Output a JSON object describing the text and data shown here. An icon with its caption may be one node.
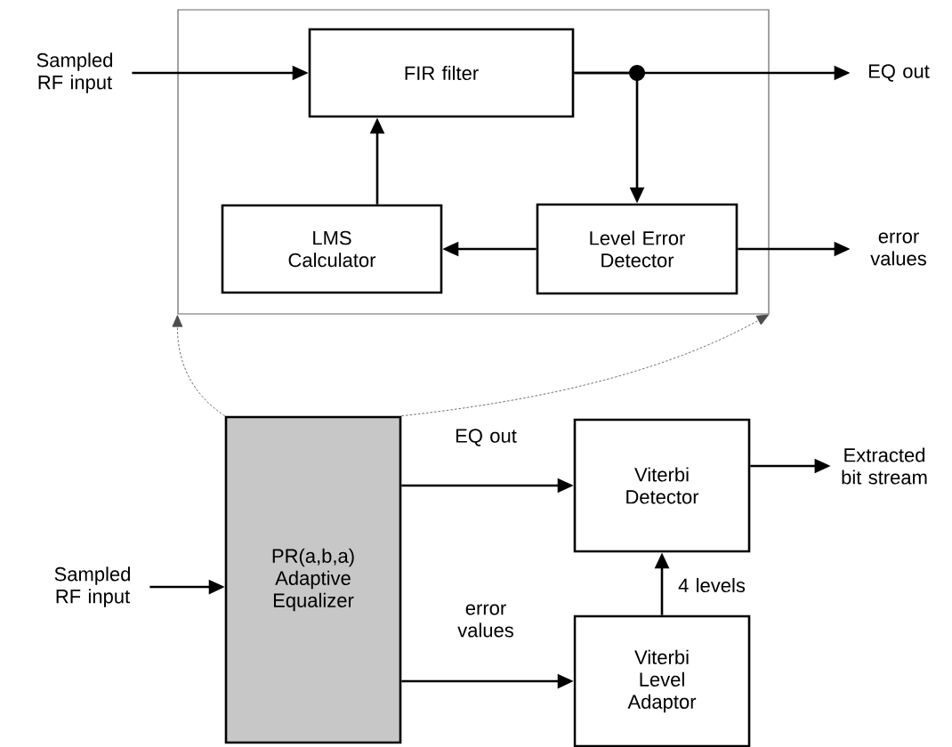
{
  "diagram": {
    "nodes": [
      {
        "text": [],
        "shape": "box"
      },
      {
        "text": [
          "Sampled RF input"
        ]
      },
      {
        "text": [
          "FIR filter"
        ],
        "in": 0
      },
      {
        "text": [
          "LMS Calculator"
        ],
        "in": 0
      },
      {
        "text": [
          "Level Error Detector"
        ],
        "in": 0
      },
      {
        "text": [
          "EQ out"
        ]
      },
      {
        "text": [
          "error values"
        ]
      },
      {
        "text": [
          "PR(a,b,a) Adaptive Equalizer"
        ]
      },
      {
        "text": [
          "Sampled RF input"
        ]
      },
      {
        "text": [
          "Viterbi Detector"
        ]
      },
      {
        "text": [
          "Viterbi Level Adaptor"
        ]
      },
      {
        "text": [
          "Extracted bit stream"
        ]
      }
    ],
    "edges": [
      {
        "from": 1,
        "to": 2,
        "arrow": "to"
      },
      {
        "from": 3,
        "to": 2,
        "arrow": "to"
      },
      {
        "from": 4,
        "to": 3,
        "arrow": "to"
      },
      {
        "from": 2,
        "to": 5,
        "arrow": "to"
      },
      {
        "from": 2,
        "to": 4,
        "arrow": "to"
      },
      {
        "from": 4,
        "to": 6,
        "arrow": "to"
      },
      {
        "from": 8,
        "to": 7,
        "arrow": "to"
      },
      {
        "from": 7,
        "to": 9,
        "arrow": "to",
        "label": "EQ out"
      },
      {
        "from": 7,
        "to": 10,
        "arrow": "to",
        "label": "error values"
      },
      {
        "from": 10,
        "to": 9,
        "arrow": "to",
        "label": "4 levels"
      },
      {
        "from": 9,
        "to": 11,
        "arrow": "to"
      },
      {
        "from": 7,
        "to": 0,
        "arrow": "to",
        "style": "dashed"
      },
      {
        "from": 7,
        "to": 0,
        "arrow": "to",
        "style": "dashed"
      }
    ]
  }
}
